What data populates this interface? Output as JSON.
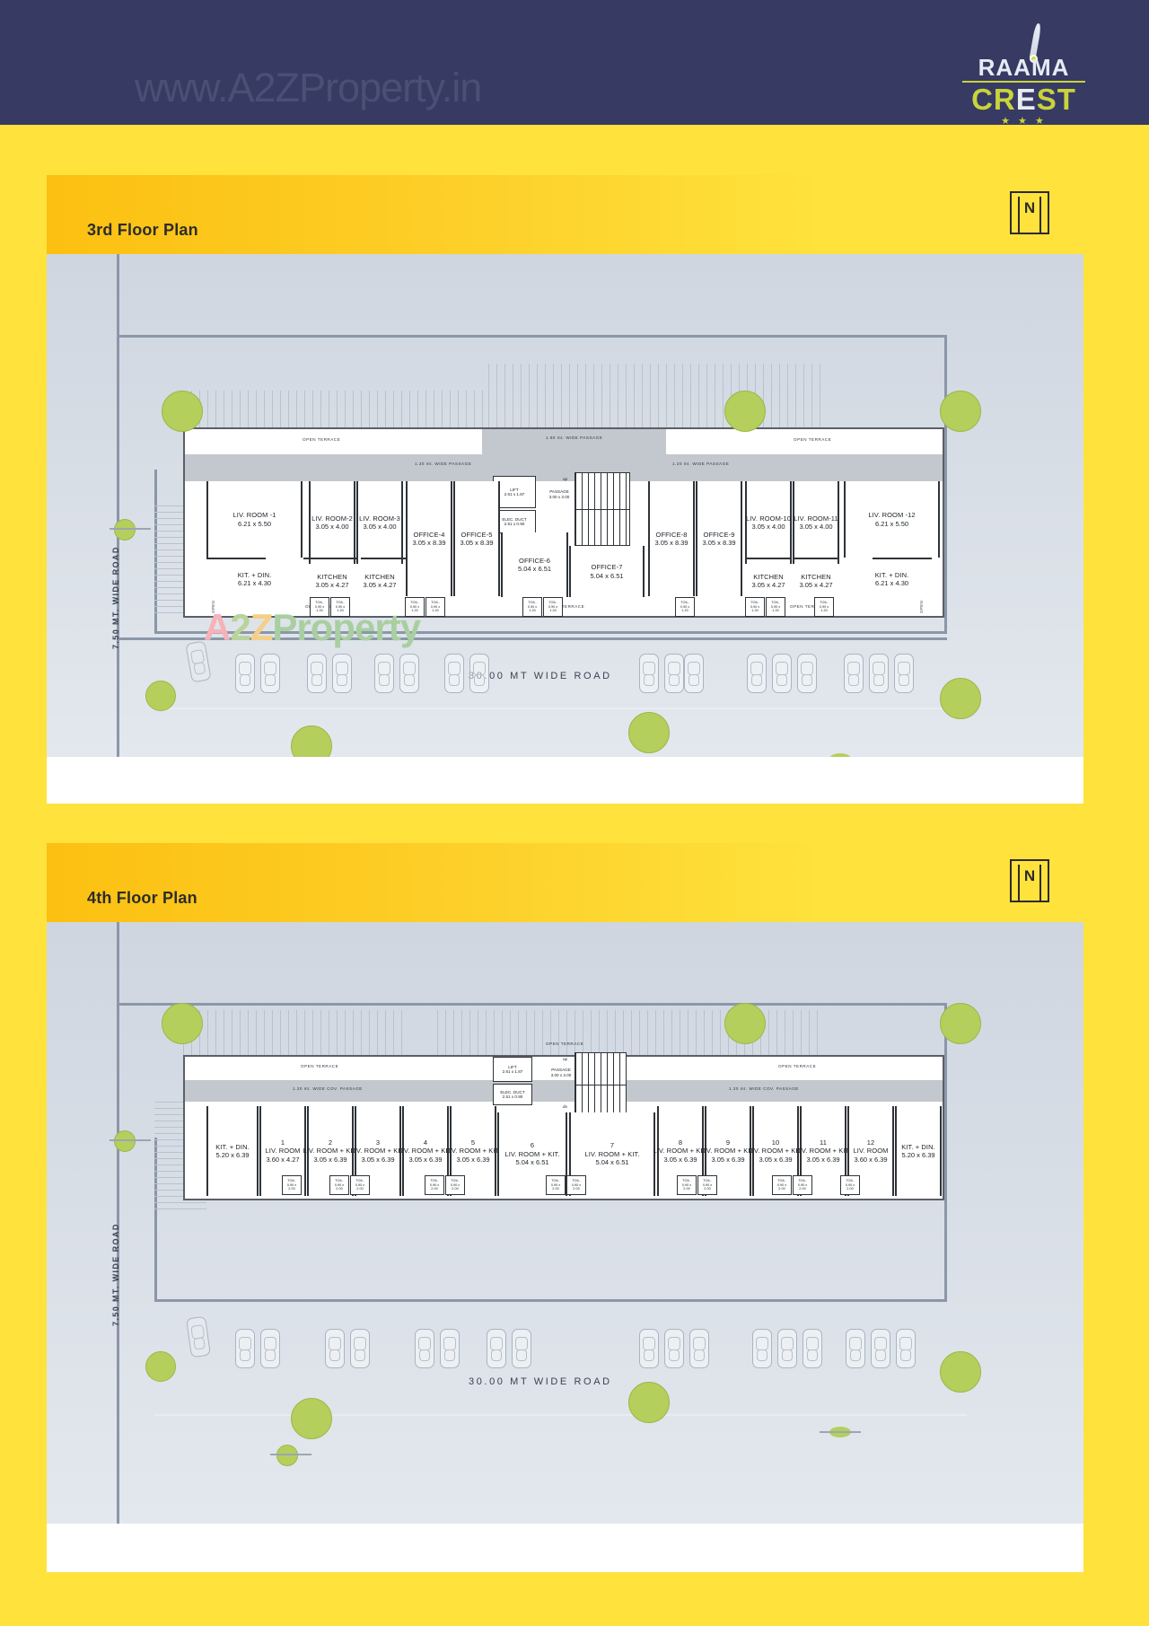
{
  "header": {
    "watermark": "www.A2ZProperty.in",
    "logo": {
      "brand_top": "RAAMA",
      "brand_bottom_1": "CR",
      "brand_bottom_2": "E",
      "brand_bottom_3": "ST",
      "stars": "★ ★ ★",
      "accent_color": "#c9d33a",
      "bg_color": "#373a63"
    }
  },
  "page": {
    "bg_color": "#ffe23c"
  },
  "floor_plans": [
    {
      "id": "third",
      "title": "3rd Floor Plan",
      "north_label": "N",
      "roads": {
        "left": "7.50 MT. WIDE ROAD",
        "bottom": "30.00  MT  WIDE  ROAD"
      },
      "bands": {
        "open_terrace": "OPEN TERRACE",
        "wide_passage_180": "1.80 mt. WIDE PASSAGE",
        "wide_passage_120": "1.20 mt. WIDE PASSAGE"
      },
      "core": {
        "lift_label": "LIFT",
        "lift_dim": "2.61 x 1.87",
        "duct_label": "ELEC. DUCT",
        "duct_dim": "2.51 x 0.90",
        "passage_label": "PASSAGE",
        "passage_dim": "3.00 x 3.00",
        "stair_up": "up",
        "stair_dn": "dn"
      },
      "toilet": {
        "label": "TOIL.",
        "dim_a": "0.90 x",
        "dim_b": "1.20"
      },
      "rooms_top": [
        {
          "name": "LIV. ROOM -1",
          "dim": "6.21 x 5.50"
        },
        {
          "name": "LIV. ROOM-2",
          "dim": "3.05 x 4.00"
        },
        {
          "name": "LIV. ROOM-3",
          "dim": "3.05 x 4.00"
        },
        {
          "name": "OFFICE-4",
          "dim": "3.05 x 8.39"
        },
        {
          "name": "OFFICE-5",
          "dim": "3.05 x 8.39"
        },
        {
          "name": "OFFICE-6",
          "dim": "5.04 x 6.51"
        },
        {
          "name": "OFFICE-7",
          "dim": "5.04 x 6.51"
        },
        {
          "name": "OFFICE-8",
          "dim": "3.05 x 8.39"
        },
        {
          "name": "OFFICE-9",
          "dim": "3.05 x 8.39"
        },
        {
          "name": "LIV. ROOM-10",
          "dim": "3.05 x 4.00"
        },
        {
          "name": "LIV. ROOM-11",
          "dim": "3.05 x 4.00"
        },
        {
          "name": "LIV. ROOM -12",
          "dim": "6.21 x 5.50"
        }
      ],
      "rooms_bottom": [
        {
          "name": "KIT. + DIN.",
          "dim": "6.21 x 4.30"
        },
        {
          "name": "KITCHEN",
          "dim": "3.05 x 4.27"
        },
        {
          "name": "KITCHEN",
          "dim": "3.05 x 4.27"
        },
        {
          "name": "KITCHEN",
          "dim": "3.05 x 4.27"
        },
        {
          "name": "KITCHEN",
          "dim": "3.05 x 4.27"
        },
        {
          "name": "KIT. + DIN.",
          "dim": "6.21 x 4.30"
        }
      ]
    },
    {
      "id": "fourth",
      "title": "4th Floor Plan",
      "north_label": "N",
      "roads": {
        "left": "7.50 MT. WIDE ROAD",
        "bottom": "30.00  MT  WIDE  ROAD"
      },
      "bands": {
        "open_terrace": "OPEN TERRACE",
        "wide_passage_120_left": "1.20 mt. WIDE COV. PASSAGE",
        "wide_passage_120_right": "1.20 mt. WIDE COV. PASSAGE"
      },
      "core": {
        "lift_label": "LIFT",
        "lift_dim": "2.61 x 1.87",
        "duct_label": "ELEC. DUCT",
        "duct_dim": "2.51 x 0.90",
        "passage_label": "PASSAGE",
        "passage_dim": "3.00 x 3.00",
        "stair_up": "up",
        "stair_dn": "dn"
      },
      "toilet": {
        "label": "TOIL.",
        "dim_a": "0.90 x",
        "dim_b": "2.00"
      },
      "units": [
        {
          "num": "",
          "name": "KIT. + DIN.",
          "dim": "5.20 x 6.39"
        },
        {
          "num": "1",
          "name": "LIV. ROOM",
          "dim": "3.60 x 4.27"
        },
        {
          "num": "2",
          "name": "LIV. ROOM + KIT.",
          "dim": "3.05 x 6.39"
        },
        {
          "num": "3",
          "name": "LIV. ROOM + KIT.",
          "dim": "3.05 x 6.39"
        },
        {
          "num": "4",
          "name": "LIV. ROOM + KIT.",
          "dim": "3.05 x 6.39"
        },
        {
          "num": "5",
          "name": "LIV. ROOM + KIT.",
          "dim": "3.05 x 6.39"
        },
        {
          "num": "6",
          "name": "LIV. ROOM + KIT.",
          "dim": "5.04 x 6.51"
        },
        {
          "num": "7",
          "name": "LIV. ROOM + KIT.",
          "dim": "5.04 x 6.51"
        },
        {
          "num": "8",
          "name": "LIV. ROOM + KIT.",
          "dim": "3.05 x 6.39"
        },
        {
          "num": "9",
          "name": "LIV. ROOM + KIT.",
          "dim": "3.05 x 6.39"
        },
        {
          "num": "10",
          "name": "LIV. ROOM + KIT.",
          "dim": "3.05 x 6.39"
        },
        {
          "num": "11",
          "name": "LIV. ROOM + KIT.",
          "dim": "3.05 x 6.39"
        },
        {
          "num": "12",
          "name": "LIV. ROOM",
          "dim": "3.60 x 6.39"
        },
        {
          "num": "",
          "name": "KIT. + DIN.",
          "dim": "5.20 x 6.39"
        }
      ]
    }
  ],
  "plan_watermark": {
    "a": "A",
    "two": "2",
    "z": "Z",
    "rest": "Property"
  }
}
